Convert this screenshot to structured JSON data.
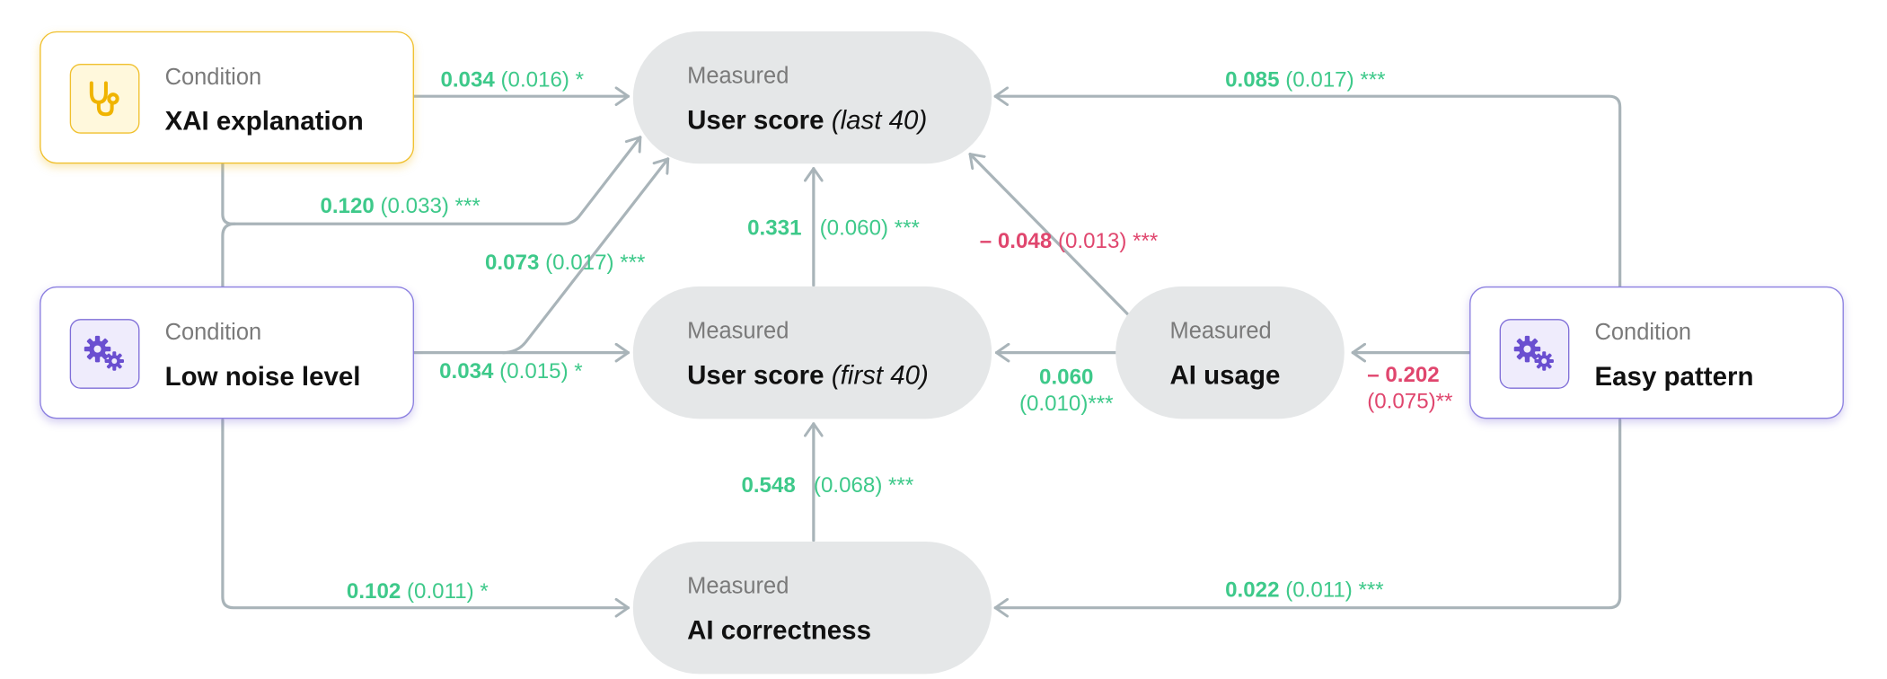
{
  "colors": {
    "arrow": "#a9b4b9",
    "positive": "#3ec98a",
    "negative": "#e0466e",
    "condition_xai_border": "#f0c02e",
    "condition_border": "#8b7fe0",
    "measured_fill": "#e5e7e8"
  },
  "nodes": {
    "xai": {
      "kind": "Condition",
      "name": "XAI explanation",
      "icon": "stethoscope-icon"
    },
    "noise": {
      "kind": "Condition",
      "name": "Low noise level",
      "icon": "gears-icon"
    },
    "easy": {
      "kind": "Condition",
      "name": "Easy pattern",
      "icon": "gears-icon"
    },
    "score_last": {
      "kind": "Measured",
      "name": "User score",
      "qualifier": "(last 40)"
    },
    "score_first": {
      "kind": "Measured",
      "name": "User score",
      "qualifier": "(first 40)"
    },
    "ai_correct": {
      "kind": "Measured",
      "name": "AI correctness"
    },
    "ai_usage": {
      "kind": "Measured",
      "name": "AI usage"
    }
  },
  "edges": {
    "xai_last": {
      "coef": "0.034",
      "se": "(0.016) *"
    },
    "xai_first": {
      "coef": "0.120",
      "se": "(0.033) ***"
    },
    "noise_last": {
      "coef": "0.073",
      "se": "(0.017) ***"
    },
    "noise_first": {
      "coef": "0.034",
      "se": "(0.015) *"
    },
    "noise_correct": {
      "coef": "0.102",
      "se": "(0.011) *"
    },
    "first_last": {
      "coef": "0.331",
      "se": "(0.060) ***"
    },
    "usage_last": {
      "coef": "– 0.048",
      "se": "(0.013) ***"
    },
    "usage_first": {
      "coef": "0.060",
      "se": "(0.010)***"
    },
    "easy_usage": {
      "coef": "– 0.202",
      "se": "(0.075)**"
    },
    "easy_last": {
      "coef": "0.085",
      "se": "(0.017) ***"
    },
    "correct_first": {
      "coef": "0.548",
      "se": "(0.068) ***"
    },
    "easy_correct": {
      "coef": "0.022",
      "se": "(0.011) ***"
    }
  }
}
